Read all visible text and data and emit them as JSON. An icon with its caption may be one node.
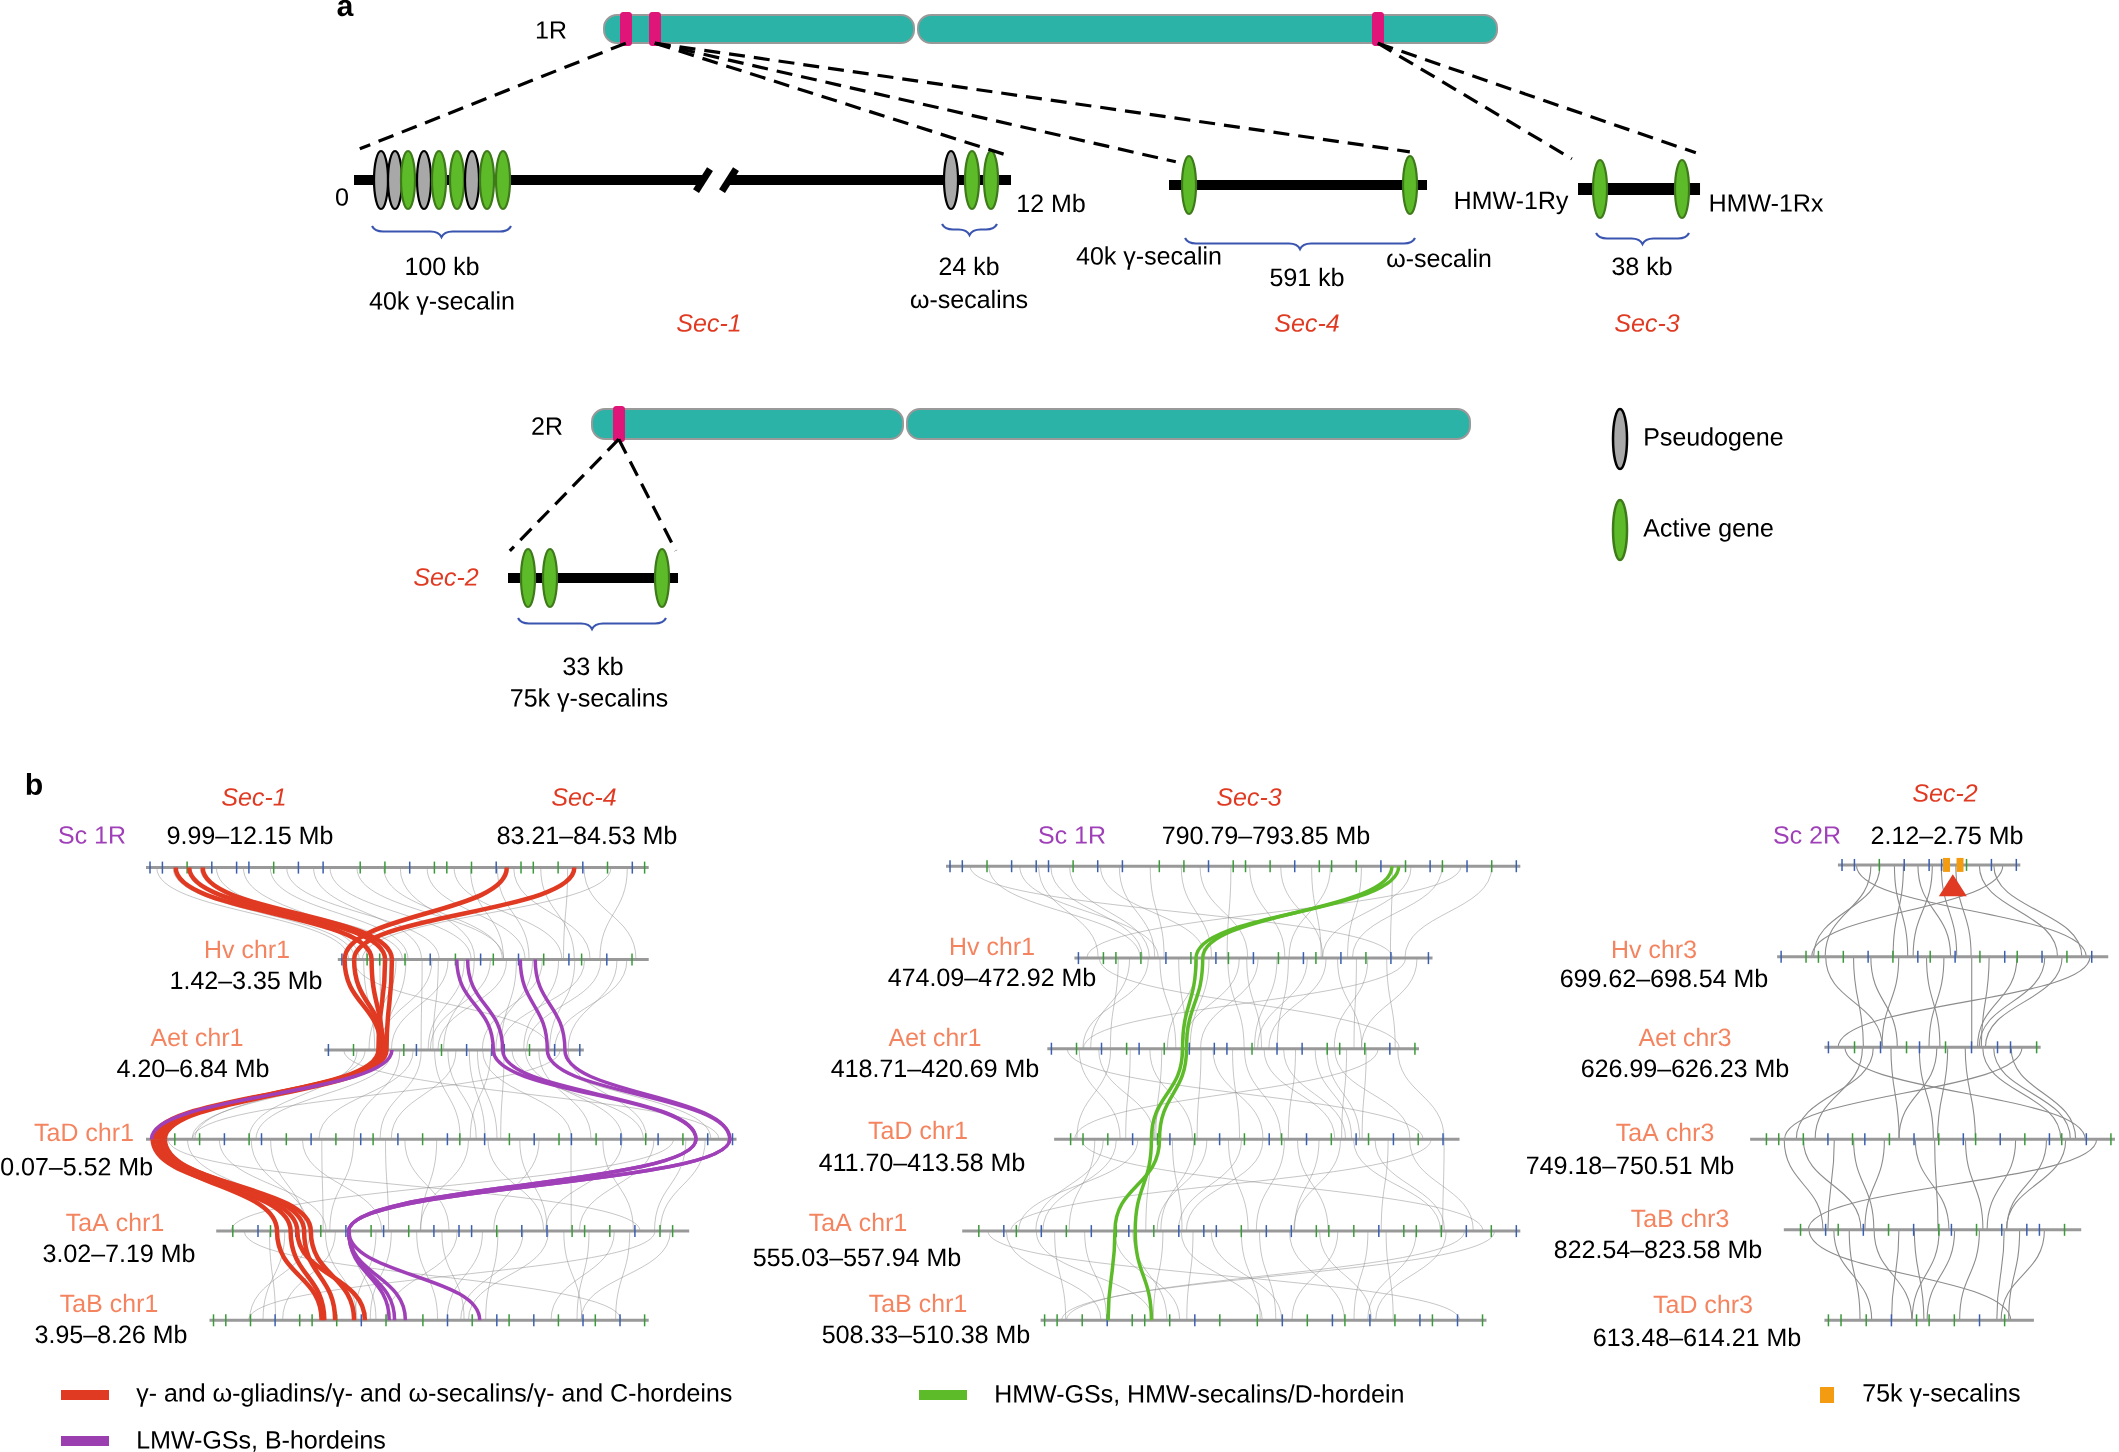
{
  "diagram": {
    "nodes": [
      {
        "text": [
          "1R"
        ]
      },
      {
        "text": [],
        "shape": "bar"
      },
      {
        "text": [],
        "shape": "bar"
      },
      {
        "text": [],
        "shape": "bar"
      },
      {
        "text": [
          "2R"
        ]
      },
      {
        "text": [],
        "shape": "bar"
      }
    ],
    "edges": [
      {
        "from": 0,
        "to": 1,
        "arrow": "none",
        "style": "dashed"
      },
      {
        "from": 0,
        "to": 1,
        "arrow": "none",
        "style": "dashed"
      },
      {
        "from": 0,
        "to": 2,
        "arrow": "none",
        "style": "dashed"
      },
      {
        "from": 0,
        "to": 2,
        "arrow": "none",
        "style": "dashed"
      },
      {
        "from": 0,
        "to": 3,
        "arrow": "none",
        "style": "dashed"
      },
      {
        "from": 0,
        "to": 3,
        "arrow": "none",
        "style": "dashed"
      },
      {
        "from": 4,
        "to": 5,
        "arrow": "none",
        "style": "dashed"
      },
      {
        "from": 4,
        "to": 5,
        "arrow": "none",
        "style": "dashed"
      }
    ],
    "labels": [
      "a",
      "0",
      "12 Mb",
      "100 kb",
      "40k γ-secalin",
      "24 kb",
      "ω-secalins",
      "Sec-1",
      "40k γ-secalin",
      "591 kb",
      "ω-secalin",
      "Sec-4",
      "HMW-1Ry",
      "HMW-1Rx",
      "38 kb",
      "Sec-3",
      "Sec-2",
      "33 kb",
      "75k γ-secalins",
      "b",
      "Sec-1",
      "Sec-4",
      "Sc 1R",
      "9.99–12.15 Mb",
      "83.21–84.53 Mb",
      "Hv chr1",
      "1.42–3.35 Mb",
      "Aet chr1",
      "4.20–6.84 Mb",
      "TaD chr1",
      "0.07–5.52 Mb",
      "TaA chr1",
      "3.02–7.19 Mb",
      "TaB chr1",
      "3.95–8.26 Mb",
      "Sec-3",
      "Sc 1R",
      "790.79–793.85 Mb",
      "Hv chr1",
      "474.09–472.92 Mb",
      "Aet chr1",
      "418.71–420.69 Mb",
      "TaD chr1",
      "411.70–413.58 Mb",
      "TaA chr1",
      "555.03–557.94 Mb",
      "TaB chr1",
      "508.33–510.38 Mb",
      "Sec-2",
      "Sc 2R",
      "2.12–2.75 Mb",
      "Hv chr3",
      "699.62–698.54 Mb",
      "Aet chr3",
      "626.99–626.23 Mb",
      "TaA chr3",
      "749.18–750.51 Mb",
      "TaB chr3",
      "822.54–823.58 Mb",
      "TaD chr3",
      "613.48–614.21 Mb"
    ],
    "legend": [
      {
        "text": "Pseudogene"
      },
      {
        "text": "Active gene"
      },
      {
        "text": "γ- and ω-gliadins/γ- and ω-secalins/γ- and C-hordeins",
        "color": "#e03a22"
      },
      {
        "text": "HMW-GSs, HMW-secalins/D-hordein",
        "color": "#5dbb2a"
      },
      {
        "text": "75k γ-secalins",
        "color": "#f39c12"
      },
      {
        "text": "LMW-GSs, B-hordeins",
        "color": "#9b3fb0"
      }
    ]
  }
}
